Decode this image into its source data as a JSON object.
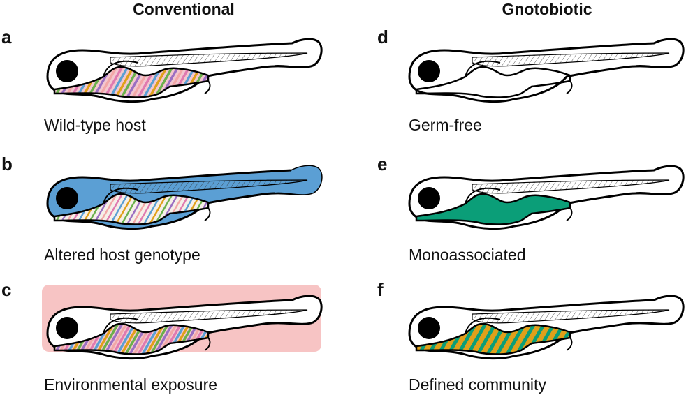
{
  "columns": {
    "left": "Conventional",
    "right": "Gnotobiotic"
  },
  "colors": {
    "host_altered": "#5b9fd4",
    "environment": "#f7c4c4",
    "mono": "#0b9e78",
    "defined_a": "#e0a01a",
    "defined_b": "#0b9e78",
    "stripes": [
      "#e07ab0",
      "#5b9fd4",
      "#e0a01a",
      "#6ab04c",
      "#9b6fc2",
      "#f2a7a7"
    ]
  },
  "panels": [
    {
      "letter": "a",
      "caption": "Wild-type host",
      "gut": "conventional",
      "body": "none",
      "bg": "none"
    },
    {
      "letter": "b",
      "caption": "Altered host genotype",
      "gut": "conventional-light",
      "body": "altered",
      "bg": "none"
    },
    {
      "letter": "c",
      "caption": "Environmental exposure",
      "gut": "conventional-dense",
      "body": "none",
      "bg": "pink"
    },
    {
      "letter": "d",
      "caption": "Germ-free",
      "gut": "empty",
      "body": "none",
      "bg": "none"
    },
    {
      "letter": "e",
      "caption": "Monoassociated",
      "gut": "mono",
      "body": "none",
      "bg": "none"
    },
    {
      "letter": "f",
      "caption": "Defined community",
      "gut": "defined",
      "body": "none",
      "bg": "none"
    }
  ]
}
